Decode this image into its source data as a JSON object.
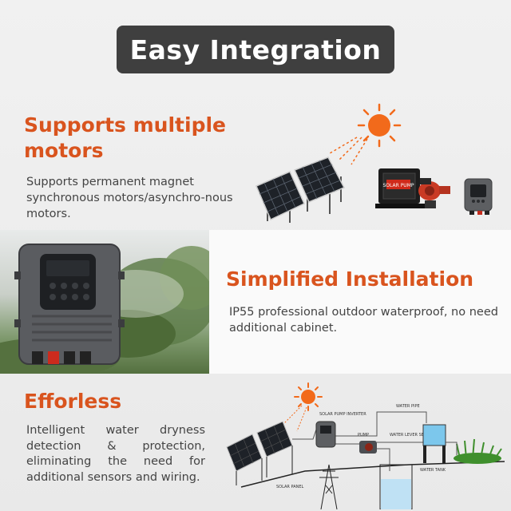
{
  "title": "Easy Integration",
  "sections": [
    {
      "heading": "Supports multiple motors",
      "body": "Supports permanent magnet synchronous motors/asynchro-nous motors."
    },
    {
      "heading": "Simplified Installation",
      "body": "IP55 professional outdoor waterproof, no need additional cabinet."
    },
    {
      "heading": "Efforless",
      "body": "Intelligent water dryness detection & protection, eliminating the need for additional sensors and wiring."
    }
  ],
  "diagram_labels": {
    "solar_pump_inverter": "SOLAR PUMP INVERTER",
    "water pipe": "WATER PIPE",
    "pump": "PUMP",
    "water_level_sensor": "WATER LEVER SENSOR",
    "water_tank": "WATER TANK",
    "solar_panel": "SOLAR PANEL"
  },
  "brand_text": "SOLAR PUMP",
  "colors": {
    "accent": "#d9541e",
    "title_bg": "#3f3f3f",
    "sun": "#f26a1b"
  }
}
